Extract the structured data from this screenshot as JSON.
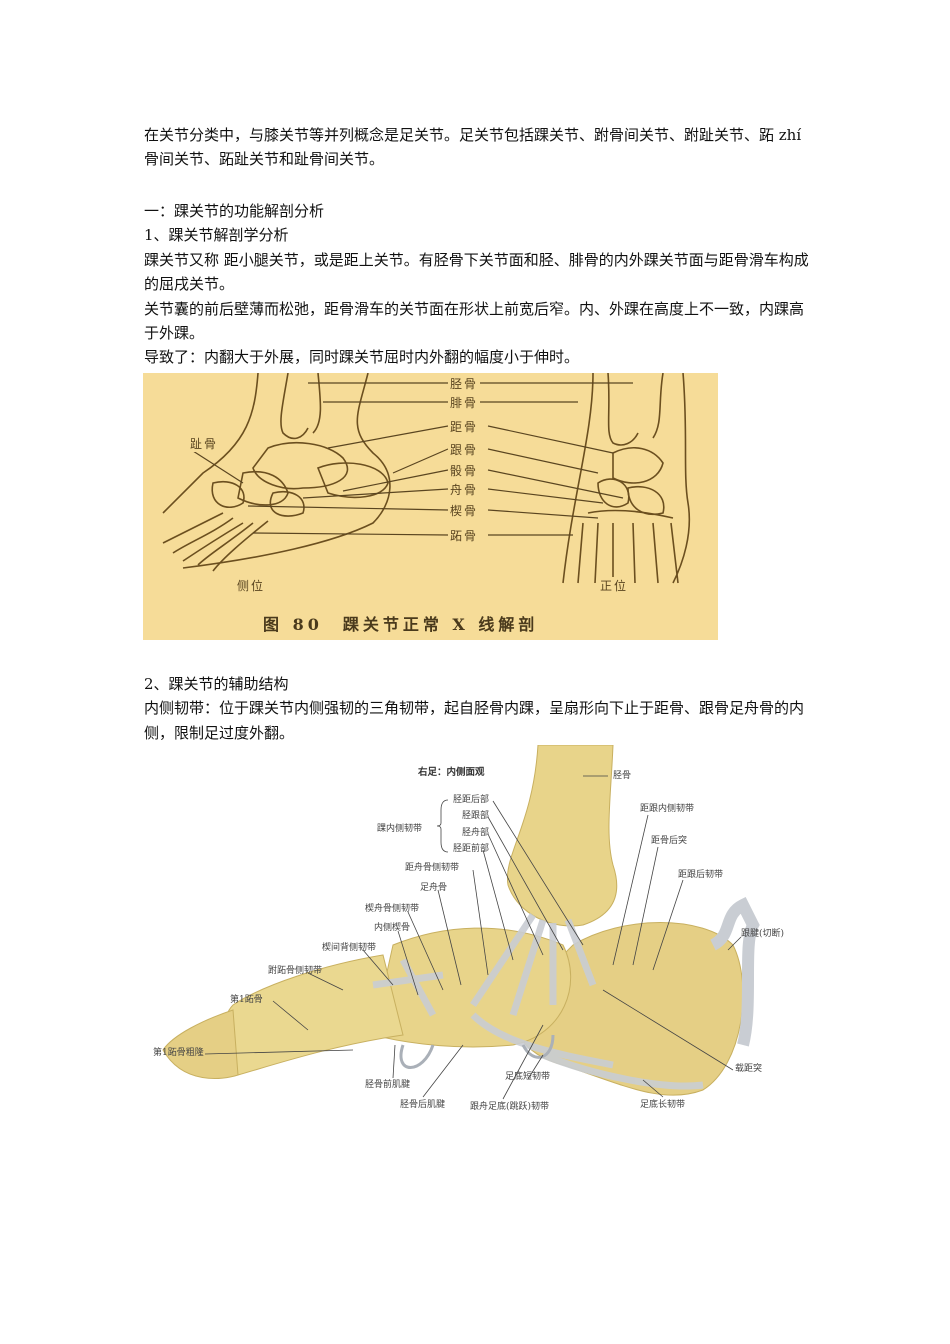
{
  "intro": {
    "paragraph": "在关节分类中，与膝关节等并列概念是足关节。足关节包括踝关节、跗骨间关节、跗趾关节、跖 zhí 骨间关节、跖趾关节和趾骨间关节。"
  },
  "section1": {
    "heading": "一：踝关节的功能解剖分析",
    "subheading": "1、踝关节解剖学分析",
    "paragraphs": [
      "踝关节又称 距小腿关节，或是距上关节。有胫骨下关节面和胫、腓骨的内外踝关节面与距骨滑车构成的屈戌关节。",
      "关节囊的前后壁薄而松弛，距骨滑车的关节面在形状上前宽后窄。内、外踝在高度上不一致，内踝高于外踝。",
      "导致了：内翻大于外展，同时踝关节屈时内外翻的幅度小于伸时。"
    ]
  },
  "figure1": {
    "labels": [
      "胫骨",
      "腓骨",
      "距骨",
      "跟骨",
      "骰骨",
      "舟骨",
      "楔骨",
      "跖骨"
    ],
    "left_label": "趾骨",
    "view_lateral": "侧位",
    "view_frontal": "正位",
    "caption": "图 80　踝关节正常 X 线解剖",
    "background": "#f6dc98"
  },
  "section2": {
    "subheading": "2、踝关节的辅助结构",
    "paragraph": "内侧韧带：位于踝关节内侧强韧的三角韧带，起自胫骨内踝，呈扇形向下止于距骨、跟骨足舟骨的内侧，限制足过度外翻。"
  },
  "figure2": {
    "title": "右足：内侧面观",
    "group_label": "踝内侧韧带",
    "group_items": [
      "胫距后部",
      "胫跟部",
      "胫舟部",
      "胫距前部"
    ],
    "labels": {
      "talonavicular": "距舟骨侧韧带",
      "navicular": "足舟骨",
      "cuneonavicular": "楔舟骨侧韧带",
      "medial_cuneiform": "内侧楔骨",
      "intercuneiform": "楔间背侧韧带",
      "tarsometatarsal": "跗跖骨侧韧带",
      "first_metatarsal": "第1跖骨",
      "first_metatarsal_tuberosity": "第1跖骨粗隆",
      "tibialis_anterior": "胫骨前肌腱",
      "tibialis_posterior": "胫骨后肌腱",
      "spring_ligament": "跟舟足底(跳跃)韧带",
      "short_plantar": "足底短韧带",
      "long_plantar": "足底长韧带",
      "sustentaculum": "载距突",
      "tibia": "胫骨",
      "medial_talocalcaneal": "距跟内侧韧带",
      "posterior_process": "距骨后突",
      "posterior_talocalcaneal": "距跟后韧带",
      "achilles": "跟腱(切断)"
    },
    "bone_color": "#e8d48a",
    "ligament_color": "#c9cdd3"
  }
}
